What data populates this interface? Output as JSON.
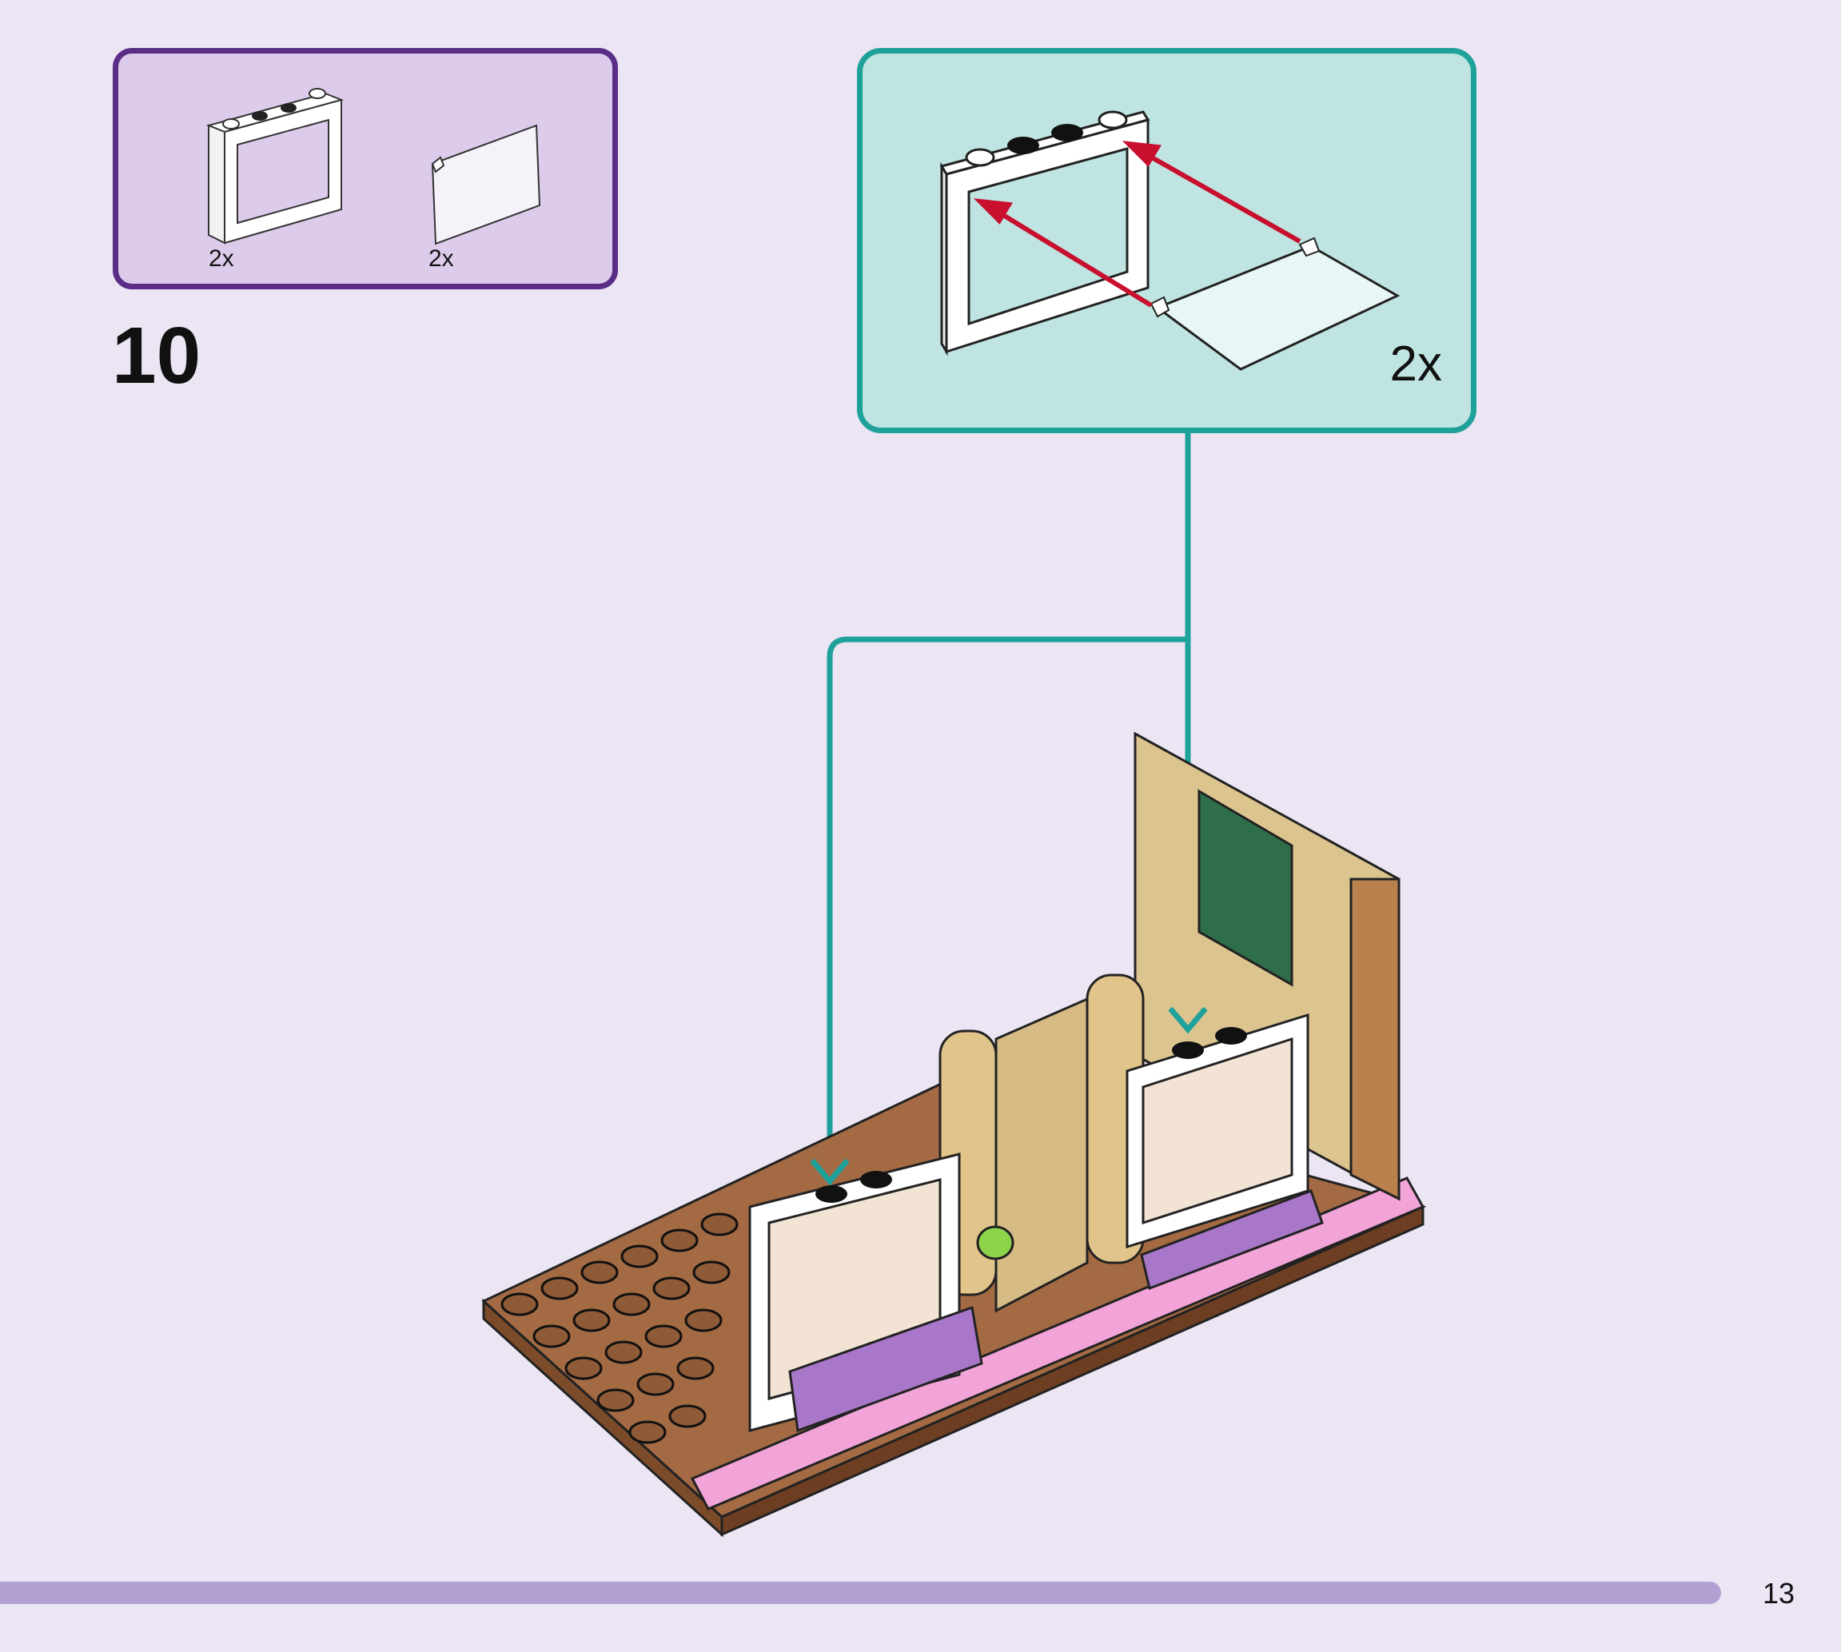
{
  "parts_list": {
    "items": [
      {
        "name": "window-frame",
        "quantity": "2x"
      },
      {
        "name": "window-glass",
        "quantity": "2x"
      }
    ]
  },
  "step": {
    "number": "10"
  },
  "callout": {
    "quantity": "2x"
  },
  "page": {
    "number": "13"
  },
  "colors": {
    "background": "#ebe5f4",
    "parts_box_fill": "#dccbea",
    "parts_box_border": "#5a2d86",
    "callout_fill": "#bfe4e1",
    "callout_border": "#1ea19a",
    "arrow_red": "#c8102e",
    "progress_bar": "#b3a0d3"
  }
}
